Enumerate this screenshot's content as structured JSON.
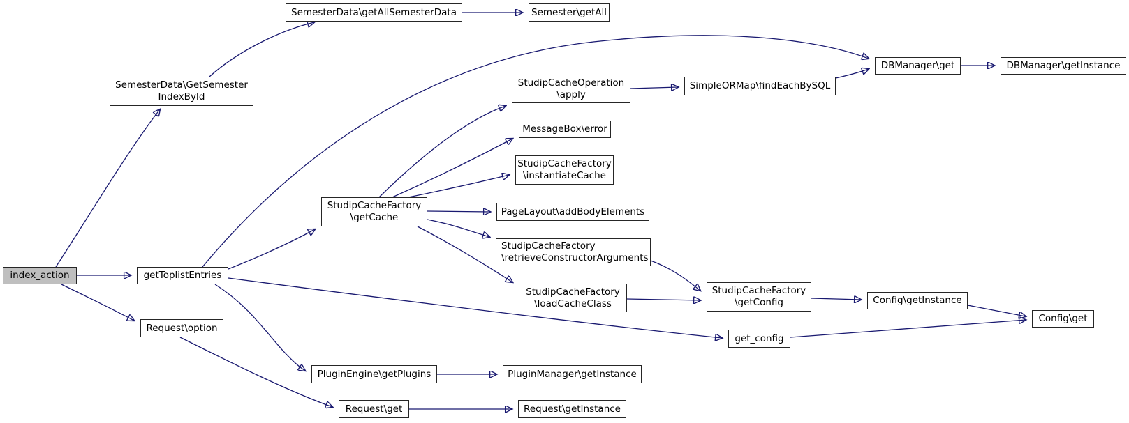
{
  "diagram": {
    "type": "call-graph",
    "edge_color": "#191970",
    "node_fill": "#ffffff",
    "node_border_color": "#262626",
    "highlight_node_fill": "#bfbfbf",
    "background": "#ffffff",
    "nodes": [
      {
        "id": "index-action",
        "label": "index_action",
        "highlighted": true
      },
      {
        "id": "semesterdata-getsemesterindexbyid",
        "label": "SemesterData\\GetSemester\nIndexById",
        "highlighted": false
      },
      {
        "id": "semesterdata-getallsemesterdata",
        "label": "SemesterData\\getAllSemesterData",
        "highlighted": false
      },
      {
        "id": "semester-getall",
        "label": "Semester\\getAll",
        "highlighted": false
      },
      {
        "id": "gettoplistentries",
        "label": "getToplistEntries",
        "highlighted": false
      },
      {
        "id": "request-option",
        "label": "Request\\option",
        "highlighted": false
      },
      {
        "id": "studipcachefactory-getcache",
        "label": "StudipCacheFactory\n\\getCache",
        "highlighted": false
      },
      {
        "id": "studipcacheoperation-apply",
        "label": "StudipCacheOperation\n\\apply",
        "highlighted": false
      },
      {
        "id": "simpleormap-findeachbysql",
        "label": "SimpleORMap\\findEachBySQL",
        "highlighted": false
      },
      {
        "id": "dbmanager-get",
        "label": "DBManager\\get",
        "highlighted": false
      },
      {
        "id": "dbmanager-getinstance",
        "label": "DBManager\\getInstance",
        "highlighted": false
      },
      {
        "id": "messagebox-error",
        "label": "MessageBox\\error",
        "highlighted": false
      },
      {
        "id": "studipcachefactory-instantiatecache",
        "label": "StudipCacheFactory\n\\instantiateCache",
        "highlighted": false
      },
      {
        "id": "pagelayout-addbodyelements",
        "label": "PageLayout\\addBodyElements",
        "highlighted": false
      },
      {
        "id": "studipcachefactory-retrieveconstructorarguments",
        "label": "StudipCacheFactory\n\\retrieveConstructorArguments",
        "highlighted": false
      },
      {
        "id": "studipcachefactory-loadcacheclass",
        "label": "StudipCacheFactory\n\\loadCacheClass",
        "highlighted": false
      },
      {
        "id": "studipcachefactory-getconfig",
        "label": "StudipCacheFactory\n\\getConfig",
        "highlighted": false
      },
      {
        "id": "config-getinstance",
        "label": "Config\\getInstance",
        "highlighted": false
      },
      {
        "id": "config-get",
        "label": "Config\\get",
        "highlighted": false
      },
      {
        "id": "get-config",
        "label": "get_config",
        "highlighted": false
      },
      {
        "id": "pluginengine-getplugins",
        "label": "PluginEngine\\getPlugins",
        "highlighted": false
      },
      {
        "id": "pluginmanager-getinstance",
        "label": "PluginManager\\getInstance",
        "highlighted": false
      },
      {
        "id": "request-get",
        "label": "Request\\get",
        "highlighted": false
      },
      {
        "id": "request-getinstance",
        "label": "Request\\getInstance",
        "highlighted": false
      }
    ],
    "edges": [
      {
        "from": "index-action",
        "to": "semesterdata-getsemesterindexbyid"
      },
      {
        "from": "index-action",
        "to": "gettoplistentries"
      },
      {
        "from": "index-action",
        "to": "request-option"
      },
      {
        "from": "semesterdata-getsemesterindexbyid",
        "to": "semesterdata-getallsemesterdata"
      },
      {
        "from": "semesterdata-getallsemesterdata",
        "to": "semester-getall"
      },
      {
        "from": "gettoplistentries",
        "to": "studipcachefactory-getcache"
      },
      {
        "from": "gettoplistentries",
        "to": "dbmanager-get"
      },
      {
        "from": "gettoplistentries",
        "to": "get-config"
      },
      {
        "from": "gettoplistentries",
        "to": "pluginengine-getplugins"
      },
      {
        "from": "studipcachefactory-getcache",
        "to": "studipcacheoperation-apply"
      },
      {
        "from": "studipcachefactory-getcache",
        "to": "messagebox-error"
      },
      {
        "from": "studipcachefactory-getcache",
        "to": "studipcachefactory-instantiatecache"
      },
      {
        "from": "studipcachefactory-getcache",
        "to": "pagelayout-addbodyelements"
      },
      {
        "from": "studipcachefactory-getcache",
        "to": "studipcachefactory-retrieveconstructorarguments"
      },
      {
        "from": "studipcachefactory-getcache",
        "to": "studipcachefactory-loadcacheclass"
      },
      {
        "from": "studipcacheoperation-apply",
        "to": "simpleormap-findeachbysql"
      },
      {
        "from": "simpleormap-findeachbysql",
        "to": "dbmanager-get"
      },
      {
        "from": "dbmanager-get",
        "to": "dbmanager-getinstance"
      },
      {
        "from": "studipcachefactory-retrieveconstructorarguments",
        "to": "studipcachefactory-getconfig"
      },
      {
        "from": "studipcachefactory-loadcacheclass",
        "to": "studipcachefactory-getconfig"
      },
      {
        "from": "studipcachefactory-getconfig",
        "to": "config-getinstance"
      },
      {
        "from": "config-getinstance",
        "to": "config-get"
      },
      {
        "from": "get-config",
        "to": "config-get"
      },
      {
        "from": "request-option",
        "to": "request-get"
      },
      {
        "from": "pluginengine-getplugins",
        "to": "pluginmanager-getinstance"
      },
      {
        "from": "request-get",
        "to": "request-getinstance"
      }
    ]
  }
}
